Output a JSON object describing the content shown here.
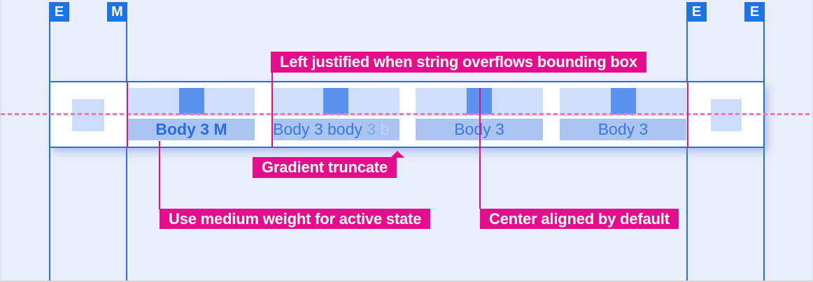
{
  "canvas": {
    "background": "#e8eefb",
    "guide_blue": "#1d72e8",
    "note_magenta": "#e60d8d",
    "line_pink": "#ee0b7a",
    "baseline_pink": "#ed77ba"
  },
  "guides": {
    "markers": [
      {
        "label": "E"
      },
      {
        "label": "M"
      },
      {
        "label": "E"
      },
      {
        "label": "E"
      }
    ]
  },
  "tabbar": {
    "tabs": [
      {
        "label": "Body 3 M",
        "state": "active",
        "icon": "icon-placeholder"
      },
      {
        "label_full": "Body 3 body 3 b",
        "truncation": "gradient",
        "icon": "icon-placeholder",
        "segments": {
          "start": "Body 3 body ",
          "mid": "3",
          "end": " b"
        }
      },
      {
        "label": "Body 3",
        "icon": "icon-placeholder"
      },
      {
        "label": "Body 3",
        "icon": "icon-placeholder"
      }
    ]
  },
  "annotations": {
    "left_justified": "Left justified when string overflows bounding box",
    "gradient_truncate": "Gradient truncate",
    "medium_weight": "Use medium weight for active state",
    "center_aligned": "Center aligned by default"
  }
}
